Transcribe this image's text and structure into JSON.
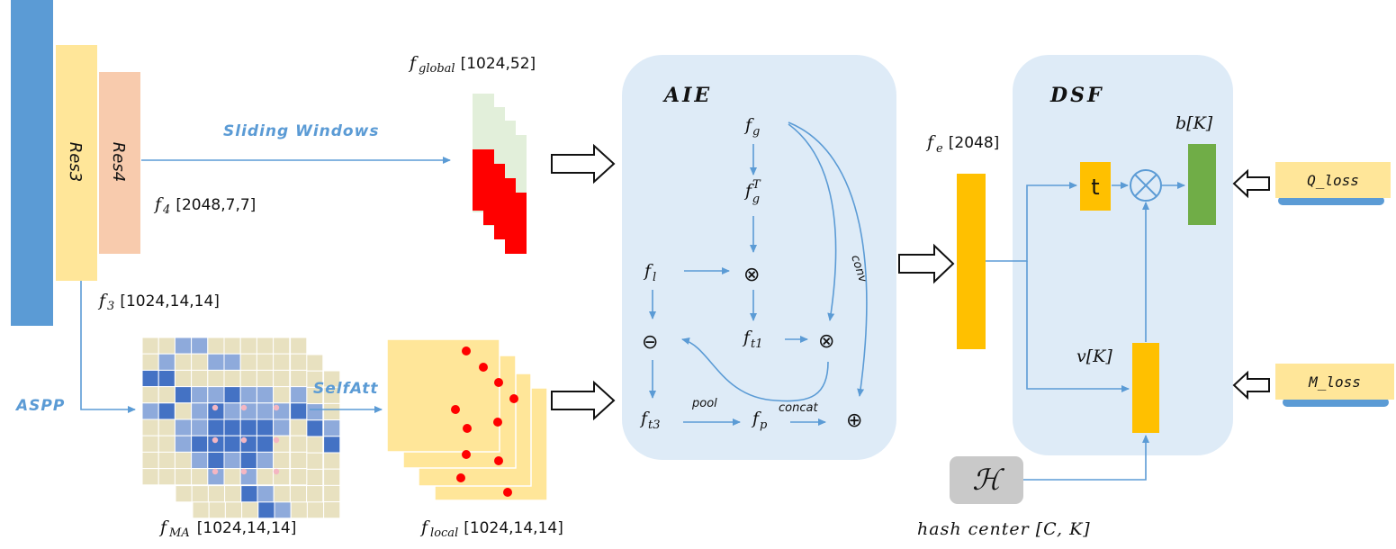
{
  "backbone": {
    "res3_label": "Res3",
    "res4_label": "Res4",
    "f4": {
      "base": "f",
      "sub": "4",
      "dims": "[2048,7,7]"
    },
    "f3": {
      "base": "f",
      "sub": "3",
      "dims": "[1024,14,14]"
    },
    "colors": {
      "bar": "#5b9bd5",
      "res3": "#ffe699",
      "res4": "#f8cbad"
    }
  },
  "edges": {
    "sliding_windows": "Sliding Windows",
    "aspp": "ASPP",
    "self_att": "SelfAtt"
  },
  "features": {
    "f_global": {
      "base": "f",
      "sub": "global",
      "dims": "[1024,52]"
    },
    "f_ma": {
      "base": "f",
      "sub": "MA",
      "dims": "[1024,14,14]"
    },
    "f_local": {
      "base": "f",
      "sub": "local",
      "dims": "[1024,14,14]"
    },
    "f_e": {
      "base": "f",
      "sub": "e",
      "dims": "[2048]"
    }
  },
  "aie": {
    "title": "AIE",
    "nodes": {
      "fg": {
        "base": "f",
        "sub": "g"
      },
      "fgT": {
        "base": "f",
        "sub": "g",
        "sup": "T"
      },
      "fl": {
        "base": "f",
        "sub": "l"
      },
      "ft1": {
        "base": "f",
        "sub": "t1"
      },
      "ft3": {
        "base": "f",
        "sub": "t3"
      },
      "fp": {
        "base": "f",
        "sub": "p"
      },
      "otimes": "⊗",
      "ominus": "⊖",
      "oplus": "⊕"
    },
    "edge_labels": {
      "conv": "conv",
      "pool": "pool",
      "concat": "concat"
    },
    "color": "#deebf7"
  },
  "dsf": {
    "title": "DSF",
    "t_label": "t",
    "bK": "b[K]",
    "vK": "v[K]",
    "otimes": "⊗",
    "colors": {
      "gold": "#ffc000",
      "green": "#70ad47"
    }
  },
  "losses": {
    "q": "Q_loss",
    "m": "M_loss"
  },
  "hash": {
    "symbol": "ℋ",
    "label": "hash center [C, K]"
  }
}
